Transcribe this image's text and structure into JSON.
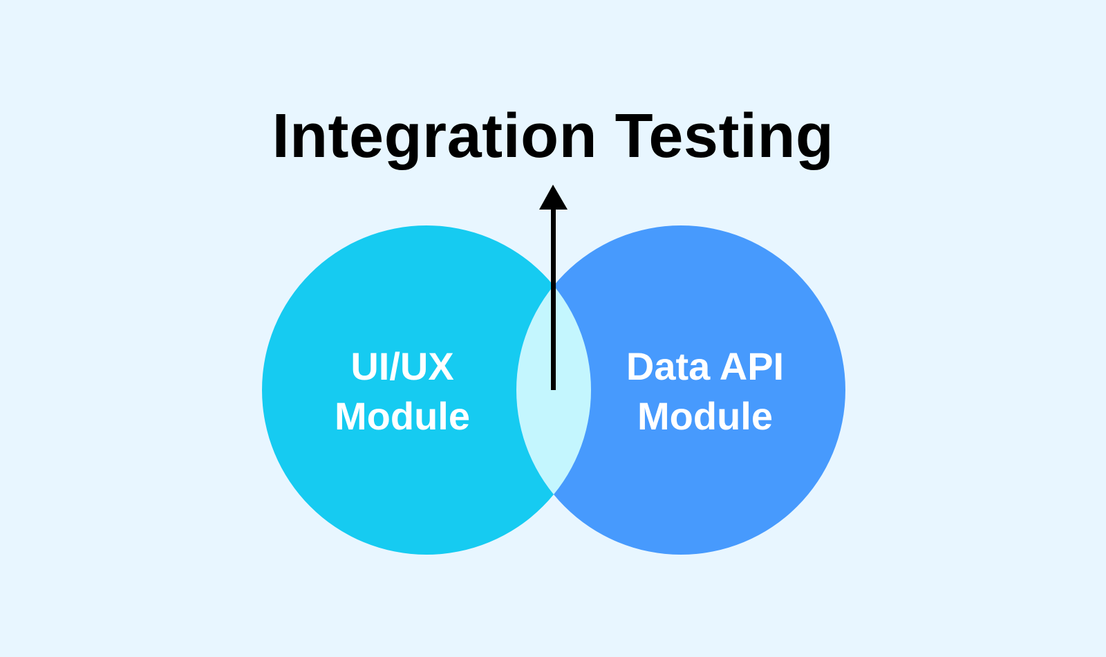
{
  "title": "Integration Testing",
  "colors": {
    "background": "#E8F6FF",
    "left_circle": "#16CBF1",
    "right_circle": "#479AFD",
    "overlap": "#C4F6FE",
    "arrow": "#000000",
    "label_text": "#FFFFFF"
  },
  "circles": [
    {
      "line1": "UI/UX",
      "line2": "Module"
    },
    {
      "line1": "Data API",
      "line2": "Module"
    }
  ],
  "arrow_icon": "arrow-up-icon"
}
